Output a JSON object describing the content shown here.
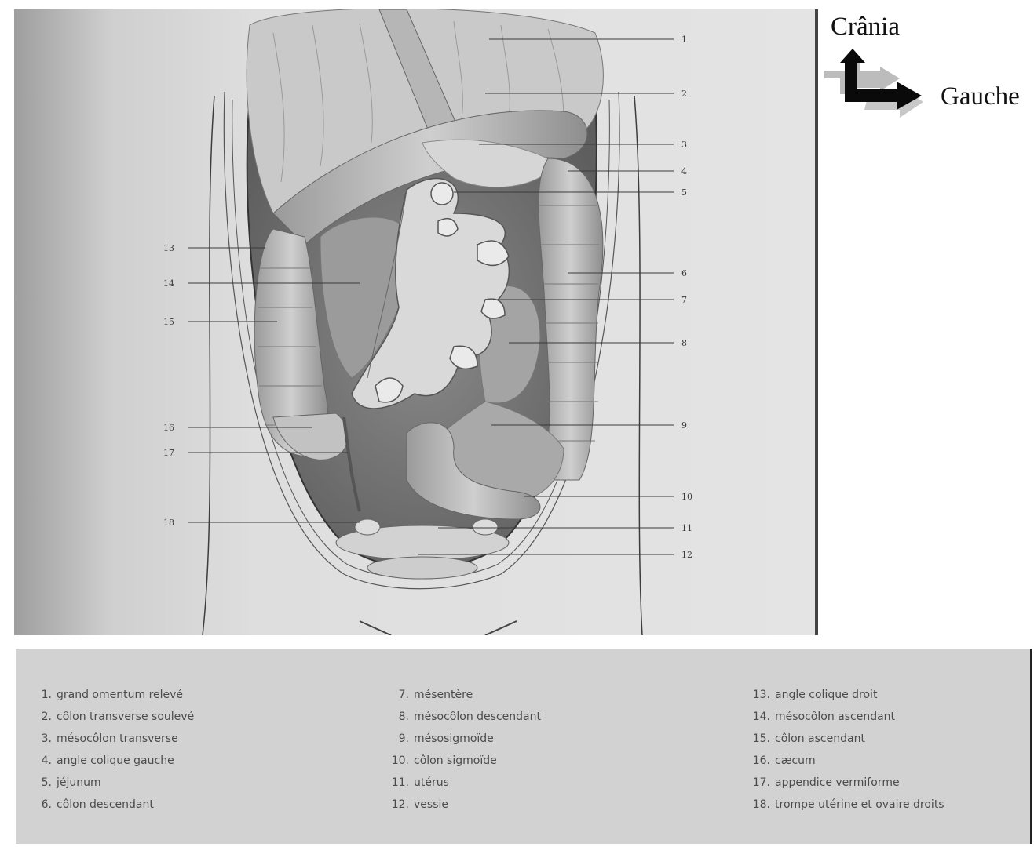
{
  "orientation": {
    "cranial_label": "Crânia",
    "left_label": "Gauche"
  },
  "callouts": [
    {
      "n": "1"
    },
    {
      "n": "2"
    },
    {
      "n": "3"
    },
    {
      "n": "4"
    },
    {
      "n": "5"
    },
    {
      "n": "6"
    },
    {
      "n": "7"
    },
    {
      "n": "8"
    },
    {
      "n": "9"
    },
    {
      "n": "10"
    },
    {
      "n": "11"
    },
    {
      "n": "12"
    },
    {
      "n": "13"
    },
    {
      "n": "14"
    },
    {
      "n": "15"
    },
    {
      "n": "16"
    },
    {
      "n": "17"
    },
    {
      "n": "18"
    }
  ],
  "legend": {
    "items": [
      {
        "n": "1.",
        "text": "grand omentum relevé"
      },
      {
        "n": "2.",
        "text": "côlon transverse soulevé"
      },
      {
        "n": "3.",
        "text": "mésocôlon transverse"
      },
      {
        "n": "4.",
        "text": "angle colique gauche"
      },
      {
        "n": "5.",
        "text": "jéjunum"
      },
      {
        "n": "6.",
        "text": "côlon descendant"
      },
      {
        "n": "7.",
        "text": "mésentère"
      },
      {
        "n": "8.",
        "text": "mésocôlon descendant"
      },
      {
        "n": "9.",
        "text": "mésosigmoïde"
      },
      {
        "n": "10.",
        "text": "côlon sigmoïde"
      },
      {
        "n": "11.",
        "text": "utérus"
      },
      {
        "n": "12.",
        "text": "vessie"
      },
      {
        "n": "13.",
        "text": "angle colique droit"
      },
      {
        "n": "14.",
        "text": "mésocôlon ascendant"
      },
      {
        "n": "15.",
        "text": "côlon ascendant"
      },
      {
        "n": "16.",
        "text": "cæcum"
      },
      {
        "n": "17.",
        "text": "appendice vermiforme"
      },
      {
        "n": "18.",
        "text": "trompe utérine et ovaire droits"
      }
    ]
  }
}
